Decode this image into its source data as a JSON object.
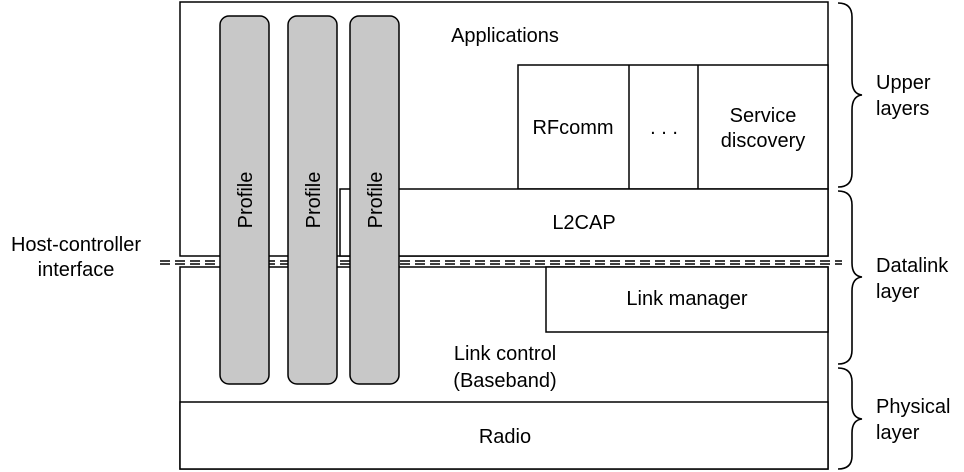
{
  "diagram": {
    "blocks": {
      "applications": "Applications",
      "rfcomm": "RFcomm",
      "ellipsis": ". . .",
      "service_discovery_line1": "Service",
      "service_discovery_line2": "discovery",
      "l2cap": "L2CAP",
      "link_manager": "Link manager",
      "link_control_line1": "Link control",
      "link_control_line2": "(Baseband)",
      "radio": "Radio"
    },
    "profiles": [
      "Profile",
      "Profile",
      "Profile"
    ],
    "interface": {
      "line1": "Host-controller",
      "line2": "interface"
    },
    "layers": {
      "upper_line1": "Upper",
      "upper_line2": "layers",
      "datalink_line1": "Datalink",
      "datalink_line2": "layer",
      "physical_line1": "Physical",
      "physical_line2": "layer"
    },
    "colors": {
      "profile_fill": "#c8c8c8",
      "stroke": "#000000",
      "background": "#ffffff"
    }
  }
}
